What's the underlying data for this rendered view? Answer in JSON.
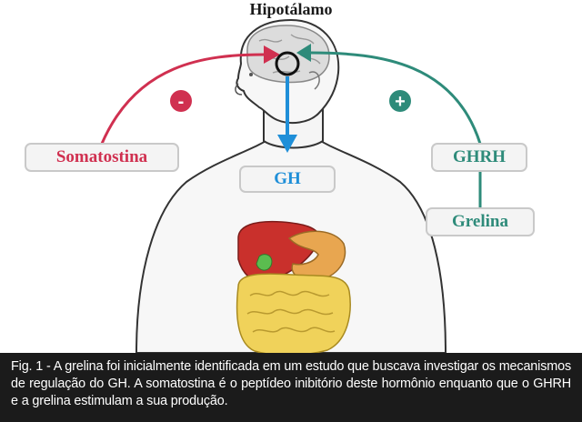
{
  "title": "Hipotálamo",
  "labels": {
    "somatostatin": "Somatostina",
    "gh": "GH",
    "ghrh": "GHRH",
    "ghrelin": "Grelina"
  },
  "signs": {
    "inhibit": "-",
    "stimulate": "+"
  },
  "colors": {
    "inhibitory": "#d03050",
    "stimulatory": "#2e8b7a",
    "gh_arrow": "#1f8fd8"
  },
  "caption": "Fig. 1 - A grelina foi inicialmente identificada em um estudo que buscava investigar os mecanismos de regulação do GH. A somatostina é o peptídeo inibitório deste hormônio enquanto que o GHRH e a grelina estimulam a sua produção."
}
